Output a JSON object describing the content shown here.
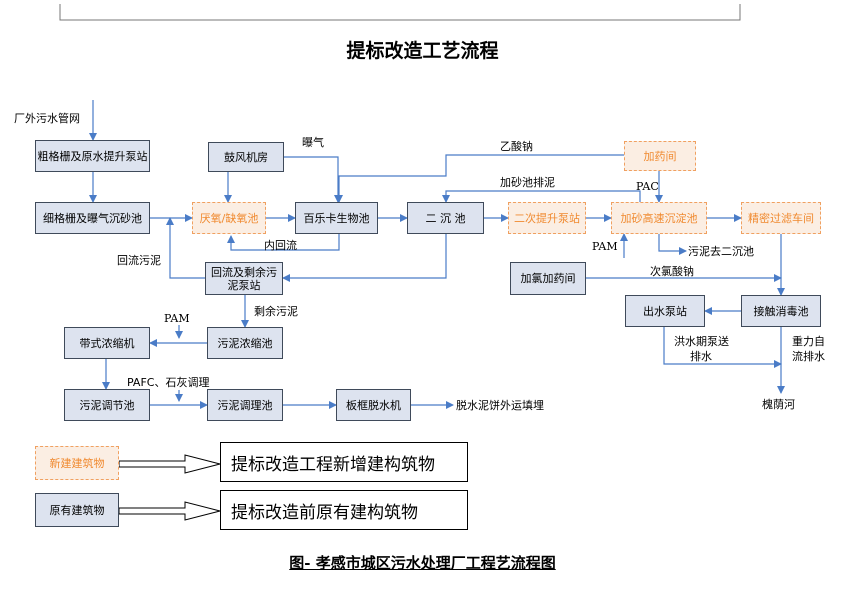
{
  "title": "提标改造工艺流程",
  "caption": "图- 孝感市城区污水处理厂工程艺流程图",
  "boxes": {
    "coarse_screen": "粗格栅及原水提升泵站",
    "fine_screen": "细格栅及曝气沉砂池",
    "blower_room": "鼓风机房",
    "anaerobic_tank": "厌氧/缺氧池",
    "bardenpho_tank": "百乐卡生物池",
    "secondary_clarifier": "二 沉 池",
    "lift_pump_station": "二次提升泵站",
    "high_density_clarifier": "加砂高速沉淀池",
    "filter_room": "精密过滤车间",
    "dosing_room": "加药间",
    "return_sludge_station": "回流及剩余污泥泵站",
    "chlorine_room": "加氯加药间",
    "outlet_pump_station": "出水泵站",
    "contact_tank": "接触消毒池",
    "belt_thickener": "带式浓缩机",
    "sludge_thickening_tank": "污泥浓缩池",
    "sludge_adjust_tank": "污泥调节池",
    "sludge_conditioning_tank": "污泥调理池",
    "plate_press": "板框脱水机"
  },
  "labels": {
    "outside_sewer": "厂外污水管网",
    "aeration": "曝气",
    "sodium_acetate": "乙酸钠",
    "sand_sludge": "加砂池排泥",
    "pac": "PAC",
    "inner_return": "内回流",
    "return_sludge": "回流污泥",
    "pam_high": "PAM",
    "sludge_to_clarifier": "污泥去二沉池",
    "hypochlorite": "次氯酸钠",
    "excess_sludge": "剩余污泥",
    "pam_low": "PAM",
    "flood_pump_1": "洪水期泵送",
    "flood_pump_2": "排水",
    "gravity_1": "重力自",
    "gravity_2": "流排水",
    "pafc_lime": "PAFC、石灰调理",
    "cake_out": "脱水泥饼外运填埋",
    "river": "槐荫河"
  },
  "legend": {
    "new_sample": "新建建筑物",
    "new_desc": "提标改造工程新增建构筑物",
    "orig_sample": "原有建筑物",
    "orig_desc": "提标改造前原有建构筑物"
  },
  "colors": {
    "original_fill": "#dde3ef",
    "new_fill": "#fbeee3",
    "new_text": "#f08a30",
    "flow_line": "#4a7cc7"
  }
}
